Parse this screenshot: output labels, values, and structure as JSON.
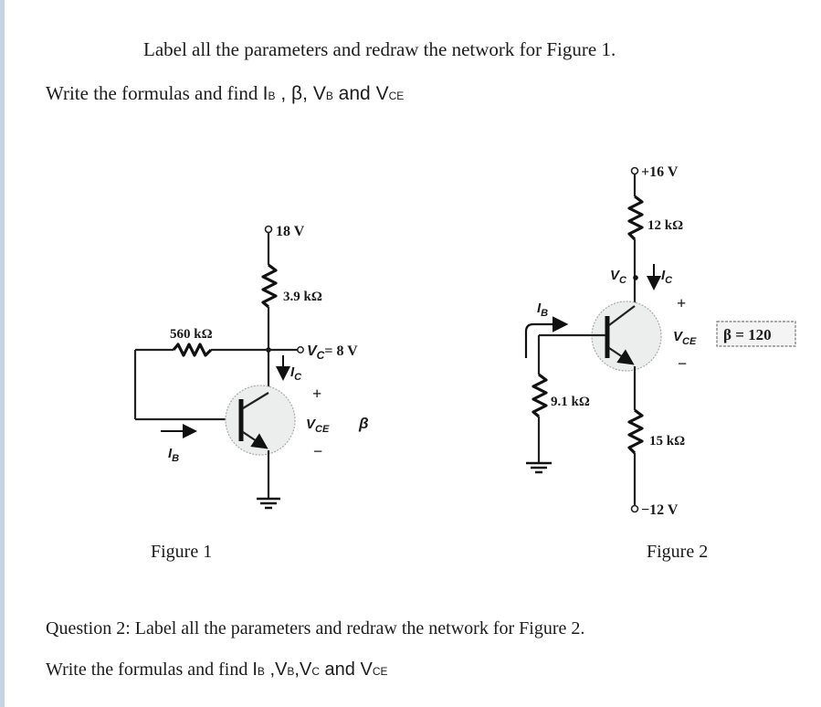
{
  "question1": {
    "title": "Label all the parameters and redraw the network for Figure 1.",
    "task_prefix": "Write the formulas and find ",
    "task_items": [
      {
        "main": "I",
        "sub": "B",
        "sep": " , "
      },
      {
        "main": "β",
        "sub": "",
        "sep": ", "
      },
      {
        "main": "V",
        "sub": "B",
        "sep": " and "
      },
      {
        "main": "V",
        "sub": "CE",
        "sep": ""
      }
    ]
  },
  "figure1": {
    "caption": "Figure 1",
    "supply": "18 V",
    "rc": "3.9 kΩ",
    "rb": "560 kΩ",
    "vc_label": "V",
    "vc_sub": "C",
    "vc_value": "= 8 V",
    "ic_label": "I",
    "ic_sub": "C",
    "ib_label": "I",
    "ib_sub": "B",
    "vce_plus": "+",
    "vce_label": "V",
    "vce_sub": "CE",
    "vce_minus": "−",
    "beta": "β"
  },
  "figure2": {
    "caption": "Figure 2",
    "supply_pos": "+16 V",
    "rc": "12 kΩ",
    "rb": "9.1 kΩ",
    "re": "15 kΩ",
    "supply_neg": "−12 V",
    "vc_label": "V",
    "vc_sub": "C",
    "ic_label": "I",
    "ic_sub": "C",
    "ib_label": "I",
    "ib_sub": "B",
    "vce_plus": "+",
    "vce_label": "V",
    "vce_sub": "CE",
    "vce_minus": "−",
    "beta_box": "β = 120"
  },
  "question2": {
    "title": "Question 2: Label all the parameters and redraw the network for Figure 2.",
    "task_prefix": "Write the formulas and find ",
    "task_items": [
      {
        "main": "I",
        "sub": "B",
        "sep": " ,"
      },
      {
        "main": "V",
        "sub": "B",
        "sep": ","
      },
      {
        "main": "V",
        "sub": "C",
        "sep": " and "
      },
      {
        "main": "V",
        "sub": "CE",
        "sep": ""
      }
    ]
  },
  "colors": {
    "page_background": "#ffffff",
    "left_strip": "#c7d3e4",
    "text": "#1c1c1c",
    "transistor_fill": "#eceeee"
  }
}
